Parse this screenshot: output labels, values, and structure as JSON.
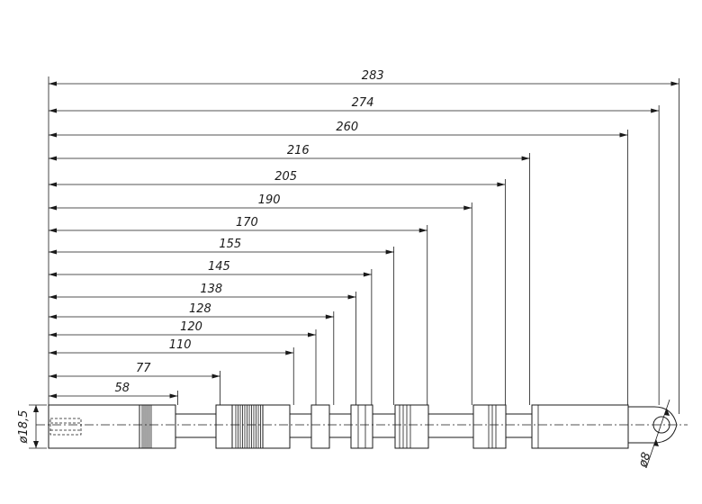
{
  "dimensions": [
    {
      "label": "283",
      "value": 283
    },
    {
      "label": "274",
      "value": 274
    },
    {
      "label": "260",
      "value": 260
    },
    {
      "label": "216",
      "value": 216
    },
    {
      "label": "205",
      "value": 205
    },
    {
      "label": "190",
      "value": 190
    },
    {
      "label": "170",
      "value": 170
    },
    {
      "label": "155",
      "value": 155
    },
    {
      "label": "145",
      "value": 145
    },
    {
      "label": "138",
      "value": 138
    },
    {
      "label": "128",
      "value": 128
    },
    {
      "label": "120",
      "value": 120
    },
    {
      "label": "110",
      "value": 110
    },
    {
      "label": "77",
      "value": 77
    },
    {
      "label": "58",
      "value": 58
    }
  ],
  "diameters": {
    "shaft": "ø18,5",
    "hole": "ø8"
  },
  "colors": {
    "ink": "#1a1a1a",
    "background": "#ffffff"
  }
}
